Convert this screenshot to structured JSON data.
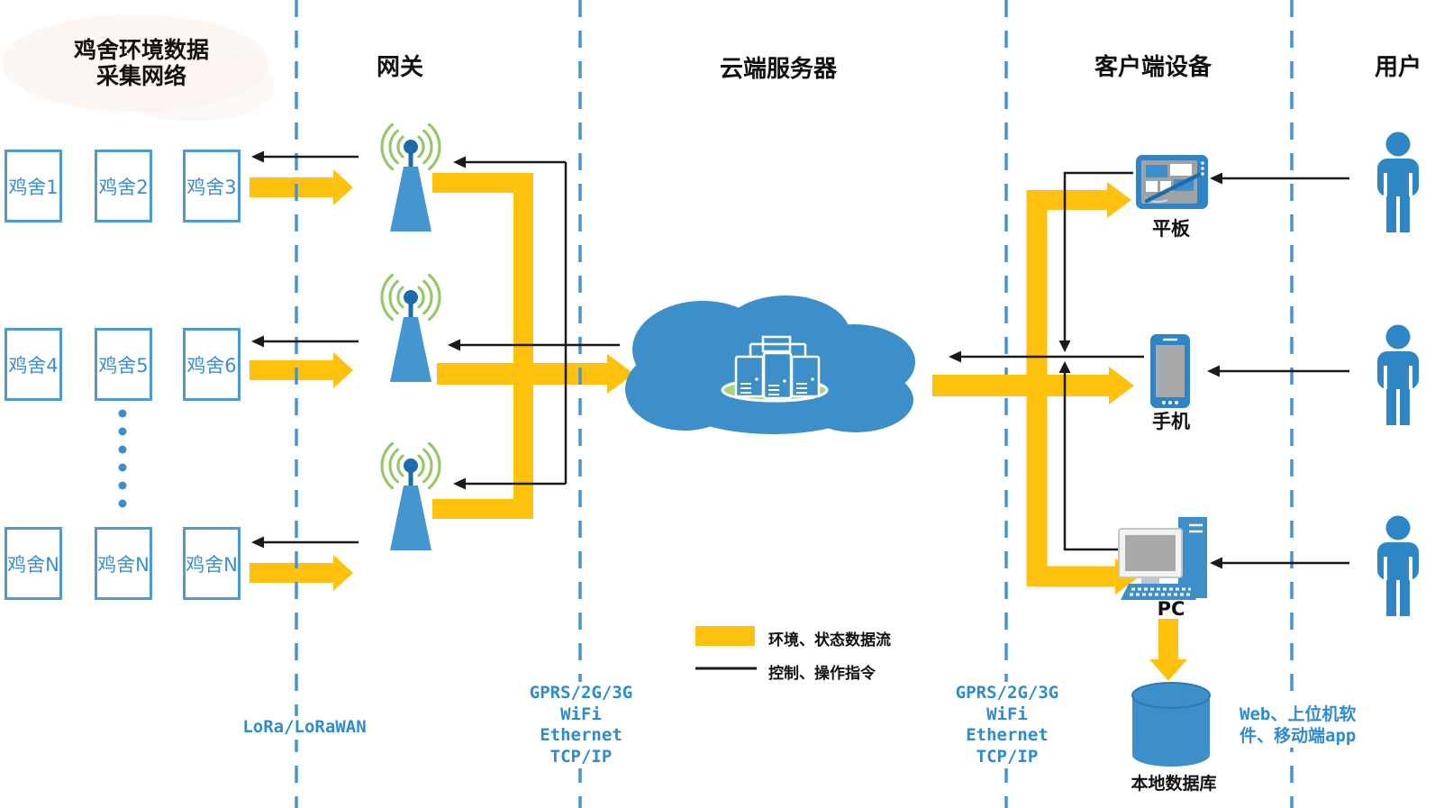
{
  "columns": {
    "collection": {
      "title_line1": "鸡舍环境数据",
      "title_line2": "采集网络"
    },
    "gateway": {
      "title": "网关"
    },
    "cloud": {
      "title": "云端服务器"
    },
    "clients": {
      "title": "客户端设备"
    },
    "users": {
      "title": "用户"
    }
  },
  "coop_rows": [
    {
      "boxes": [
        "鸡舍1",
        "鸡舍2",
        "鸡舍3"
      ]
    },
    {
      "boxes": [
        "鸡舍4",
        "鸡舍5",
        "鸡舍6"
      ]
    },
    {
      "boxes": [
        "鸡舍N",
        "鸡舍N",
        "鸡舍N"
      ]
    }
  ],
  "devices": {
    "tablet": "平板",
    "phone": "手机",
    "pc": "PC",
    "database": "本地数据库"
  },
  "links": {
    "coop_gateway": "LoRa/LoRaWAN",
    "gateway_cloud": [
      "GPRS/2G/3G",
      "WiFi",
      "Ethernet",
      "TCP/IP"
    ],
    "cloud_client": [
      "GPRS/2G/3G",
      "WiFi",
      "Ethernet",
      "TCP/IP"
    ],
    "client_user_line1": "Web、上位机软",
    "client_user_line2": "件、移动端app"
  },
  "legend": {
    "data_flow": "环境、状态数据流",
    "control_flow": "控制、操作指令"
  },
  "colors": {
    "blue": "#3D8FC9",
    "dark_blue": "#1B6CA8",
    "yellow": "#FFC10D",
    "green_arcs": "#95C868",
    "green_base": "#A9D578",
    "dashed_blue": "#4A94CE",
    "label_blue": "#2F8CCC",
    "black_line": "#1A1A1A"
  }
}
